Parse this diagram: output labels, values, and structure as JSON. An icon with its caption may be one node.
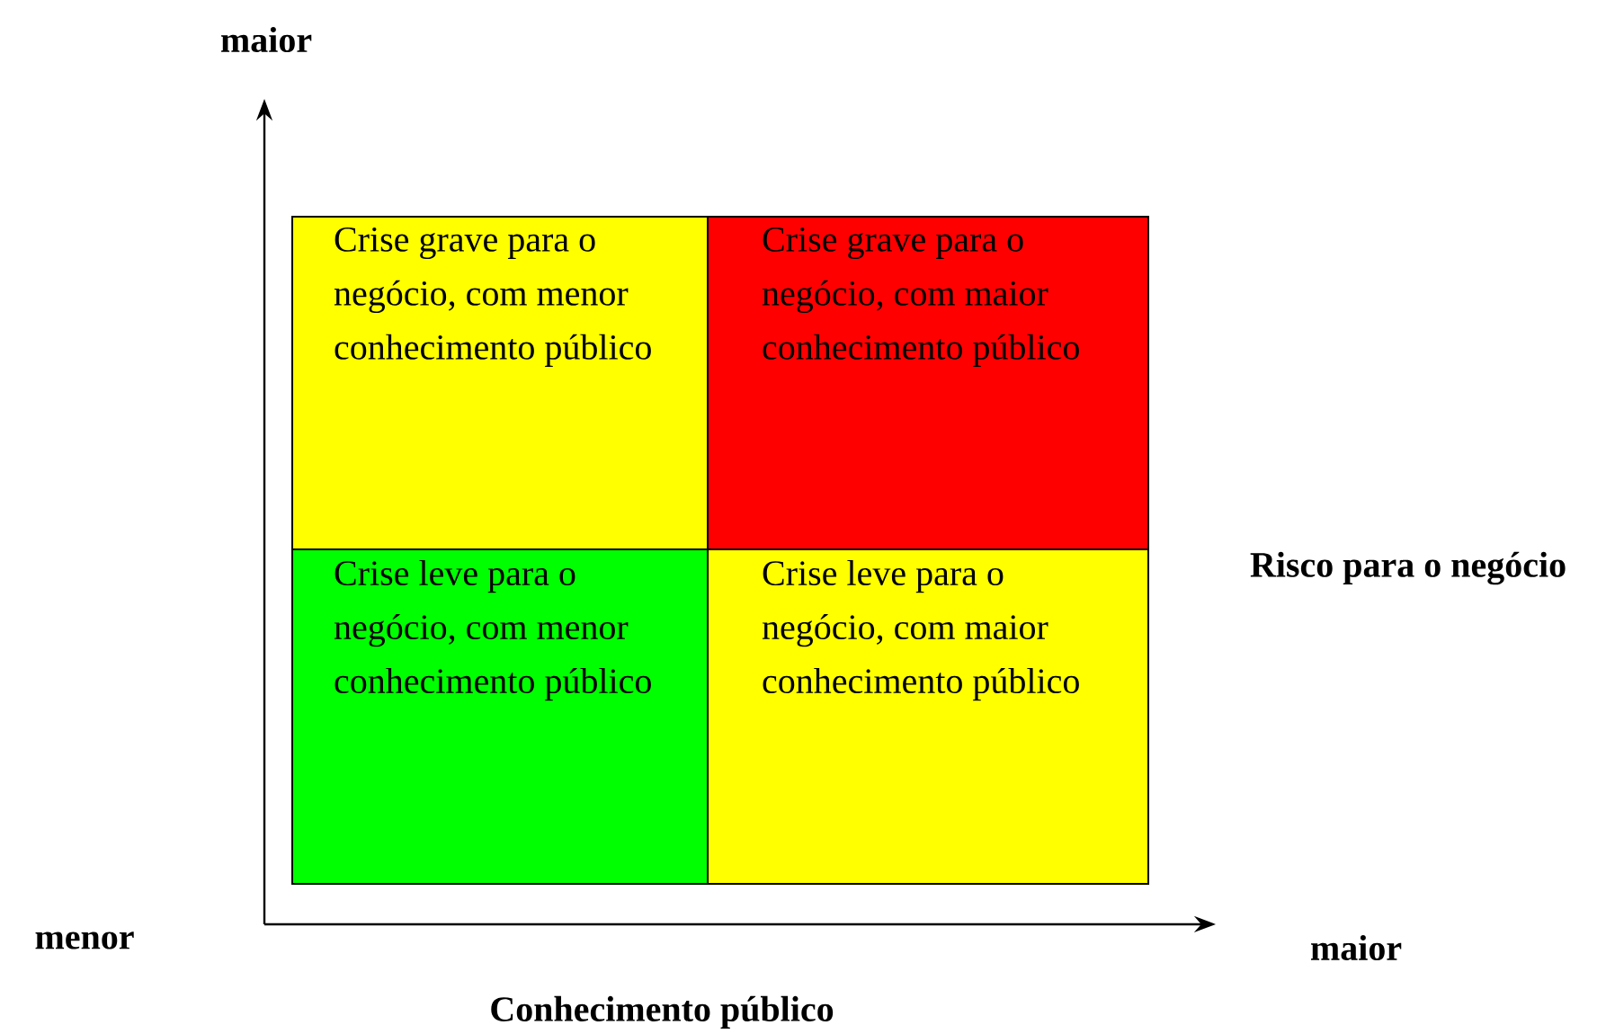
{
  "diagram": {
    "nodes": [
      {
        "text": [
          "Crise grave para o negócio, com menor conhecimento público"
        ]
      },
      {
        "text": [
          "Crise grave para o negócio, com maior conhecimento público"
        ]
      },
      {
        "text": [
          "Crise leve para o negócio, com menor conhecimento público"
        ]
      },
      {
        "text": [
          "Crise leve para o negócio, com maior conhecimento público"
        ]
      }
    ],
    "labels": [
      "maior",
      "Risco para o negócio",
      "menor",
      "maior",
      "Conhecimento público"
    ]
  }
}
